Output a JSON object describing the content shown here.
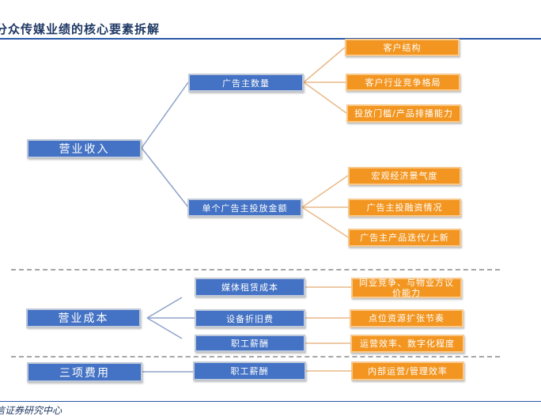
{
  "header": {
    "title": "分众传媒业绩的核心要素拆解",
    "source": "信证券研究中心"
  },
  "colors": {
    "blue": "#4472c4",
    "orange": "#f39621",
    "rule": "#2a58a8",
    "title": "#1f3864"
  },
  "revenue": {
    "label": "营业收入",
    "advertiser_count": {
      "label": "广告主数量",
      "factors": [
        "客户结构",
        "客户行业竞争格局",
        "投放门槛/产品排播能力"
      ]
    },
    "advertiser_spend": {
      "label": "单个广告主投放金额",
      "factors": [
        "宏观经济景气度",
        "广告主投融资情况",
        "广告主产品迭代/上新"
      ]
    }
  },
  "cost": {
    "label": "营业成本",
    "items": [
      {
        "label": "媒体租赁成本",
        "factor": "同业竞争、与物业方议价能力"
      },
      {
        "label": "设备折旧费",
        "factor": "点位资源扩张节奏"
      },
      {
        "label": "职工薪酬",
        "factor": "运营效率、数字化程度"
      }
    ]
  },
  "expenses": {
    "label": "三项费用",
    "items": [
      {
        "label": "职工薪酬",
        "factor": "内部运营/管理效率"
      }
    ]
  }
}
